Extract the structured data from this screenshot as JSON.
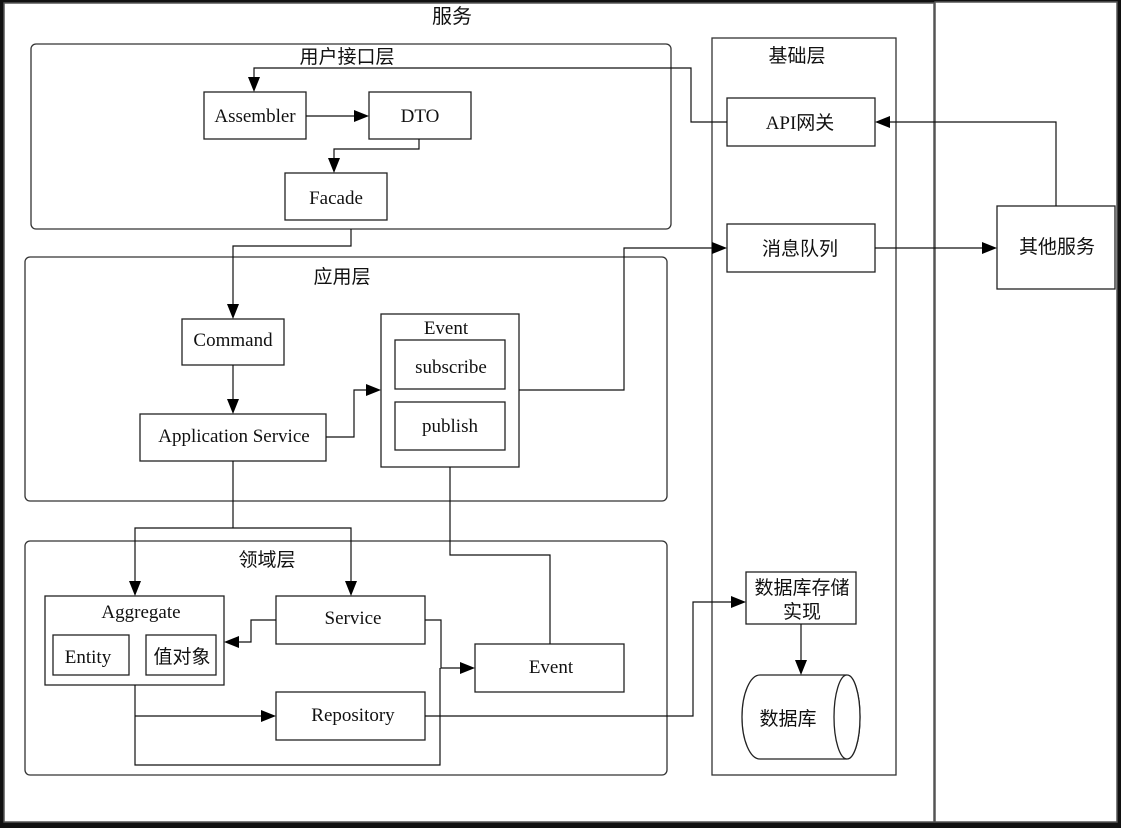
{
  "service": {
    "title": "服务",
    "ui_layer": {
      "title": "用户接口层",
      "assembler": "Assembler",
      "dto": "DTO",
      "facade": "Facade"
    },
    "app_layer": {
      "title": "应用层",
      "command": "Command",
      "application_service": "Application Service",
      "event": {
        "title": "Event",
        "subscribe": "subscribe",
        "publish": "publish"
      }
    },
    "domain_layer": {
      "title": "领域层",
      "aggregate": {
        "title": "Aggregate",
        "entity": "Entity",
        "value_object": "值对象"
      },
      "service": "Service",
      "event": "Event",
      "repository": "Repository"
    },
    "infra_layer": {
      "title": "基础层",
      "api_gateway": "API网关",
      "message_queue": "消息队列",
      "db_storage_line1": "数据库存储",
      "db_storage_line2": "实现",
      "database": "数据库"
    }
  },
  "other_service": "其他服务"
}
